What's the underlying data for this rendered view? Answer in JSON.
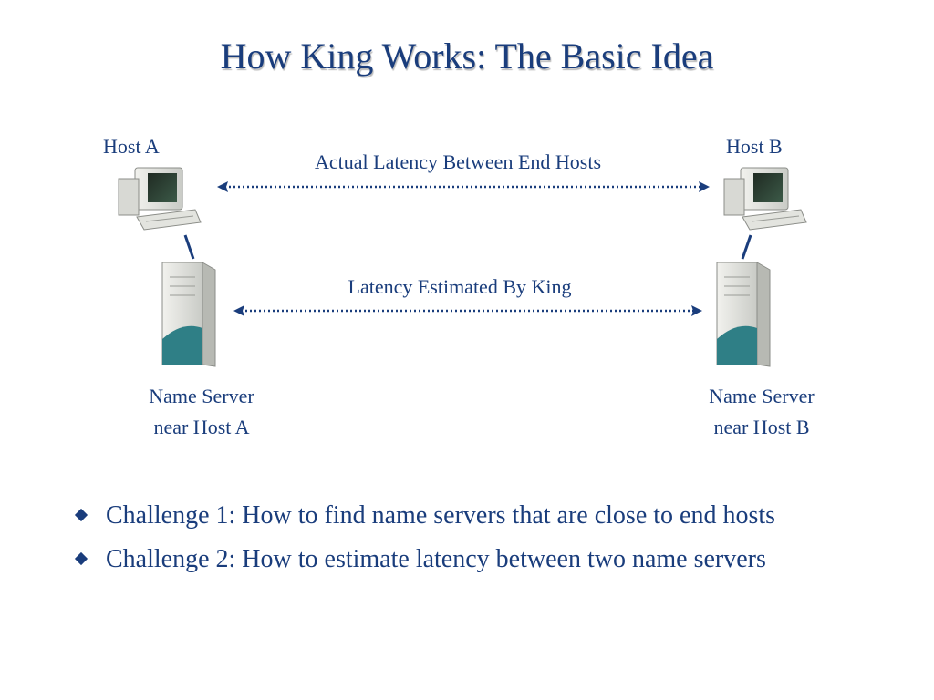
{
  "title": "How King Works: The Basic Idea",
  "diagram": {
    "host_a_label": "Host A",
    "host_b_label": "Host B",
    "actual_latency_label": "Actual Latency Between End Hosts",
    "estimated_latency_label": "Latency Estimated By King",
    "ns_a_line1": "Name Server",
    "ns_a_line2": "near Host A",
    "ns_b_line1": "Name Server",
    "ns_b_line2": "near Host B"
  },
  "bullets": [
    {
      "text": "Challenge 1: How to find name servers that are close to end hosts"
    },
    {
      "text": "Challenge 2: How to estimate latency between two name servers"
    }
  ],
  "colors": {
    "text": "#1a3d7c",
    "arrow": "#1a3d7c"
  }
}
